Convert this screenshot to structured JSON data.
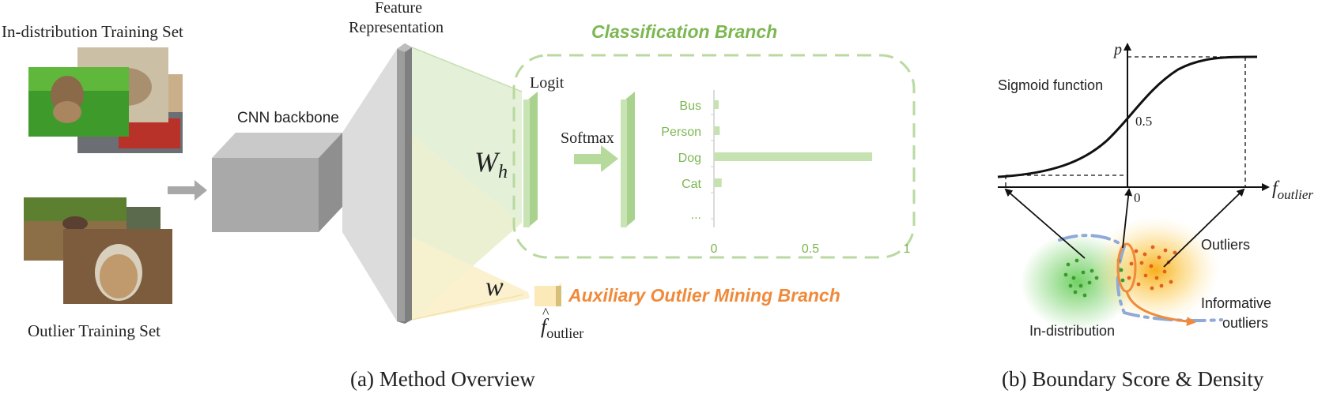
{
  "labels": {
    "in_distribution_set": "In-distribution Training Set",
    "outlier_set": "Outlier Training Set",
    "cnn_backbone": "CNN backbone",
    "feature_representation_line1": "Feature",
    "feature_representation_line2": "Representation",
    "classification_branch": "Classification Branch",
    "logit": "Logit",
    "softmax": "Softmax",
    "wh": "W",
    "wh_sub": "h",
    "w": "w",
    "auxiliary_branch": "Auxiliary Outlier Mining Branch",
    "f_outlier_hat": "f",
    "f_outlier_hat_sub": "outlier",
    "caption_a": "(a) Method Overview",
    "caption_b": "(b) Boundary Score & Density",
    "sigmoid_function": "Sigmoid  function",
    "p_axis": "p",
    "half": "0.5",
    "zero": "0",
    "f_outlier_axis": "f",
    "f_outlier_axis_sub": "outlier",
    "outliers": "Outliers",
    "informative_line1": "Informative",
    "informative_line2": "outliers",
    "in_distribution": "In-distribution"
  },
  "chart_data": {
    "type": "bar",
    "orientation": "horizontal",
    "categories": [
      "Bus",
      "Person",
      "Dog",
      "Cat",
      "..."
    ],
    "values": [
      0.02,
      0.03,
      0.82,
      0.04,
      0
    ],
    "xlim": [
      0,
      1
    ],
    "ticks": [
      "0",
      "0.5",
      "1"
    ]
  },
  "colors": {
    "green": "#7cb752",
    "green_light": "#cfe6bd",
    "orange": "#f08a3a",
    "gray_box": "#a8a8a8",
    "axis_blue": "#8fa9d8"
  }
}
